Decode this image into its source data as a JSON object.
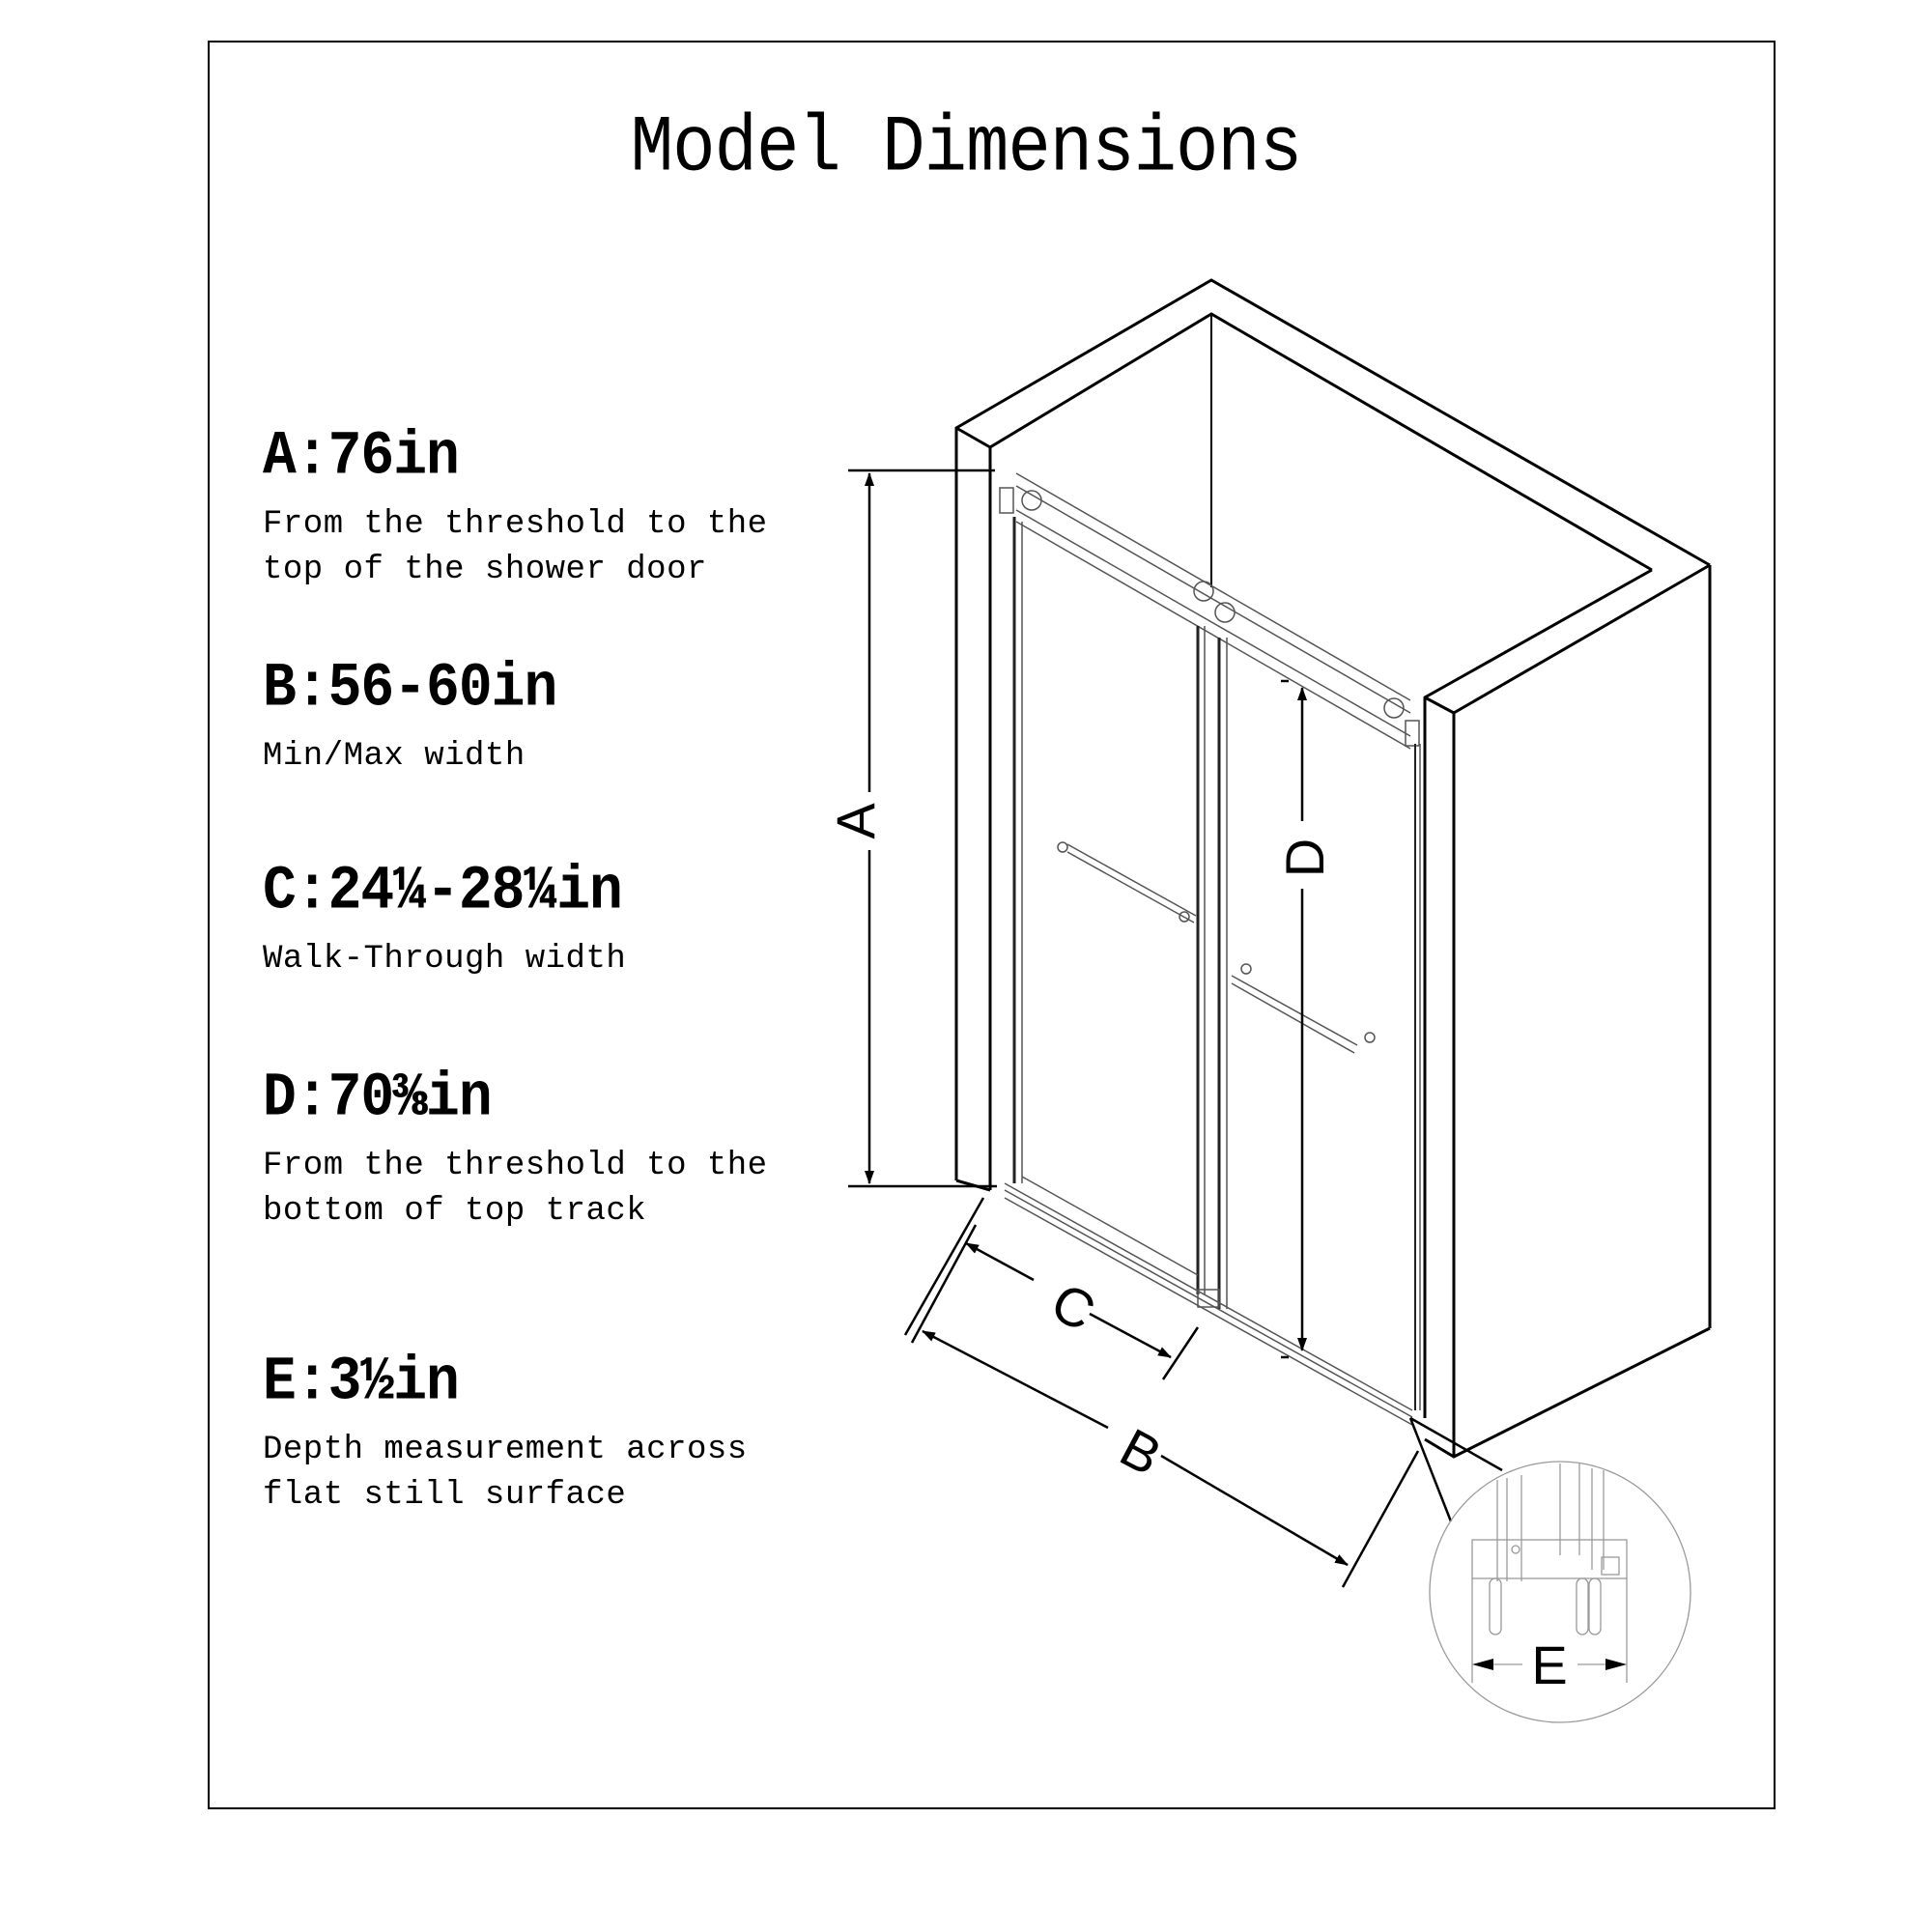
{
  "title": "Model Dimensions",
  "specs": [
    {
      "key": "A",
      "label": "A:76in",
      "description": "From the threshold to the\ntop of the shower door"
    },
    {
      "key": "B",
      "label": "B:56-60in",
      "description": "Min/Max width"
    },
    {
      "key": "C",
      "label": "C:24¼-28¼in",
      "description": "Walk-Through width"
    },
    {
      "key": "D",
      "label": "D:70⅜in",
      "description": "From the threshold to the\nbottom of top track"
    },
    {
      "key": "E",
      "label": "E:3½in",
      "description": "Depth measurement across\nflat still surface"
    }
  ],
  "drawing": {
    "dimension_letters": {
      "A": "A",
      "B": "B",
      "C": "C",
      "D": "D",
      "E": "E"
    },
    "line_color": "#000000",
    "detail_line_color": "#9a9a9a"
  }
}
